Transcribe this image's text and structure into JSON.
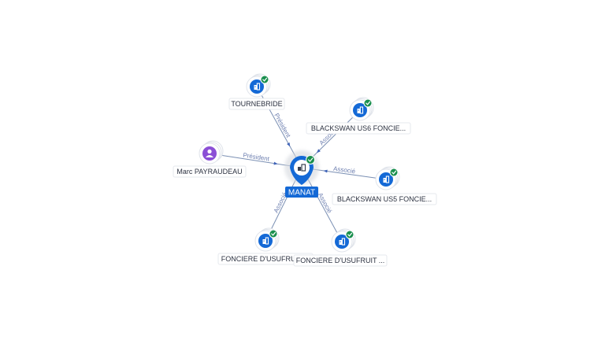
{
  "graph": {
    "center": {
      "label": "MANAT",
      "type": "company",
      "icon": "building-icon",
      "verified": true,
      "color": "#1469d6"
    },
    "nodes": [
      {
        "id": "tournebride",
        "label": "TOURNEBRIDE",
        "type": "company",
        "icon": "building-icon",
        "verified": true,
        "relation": "Président"
      },
      {
        "id": "blackswan-us6",
        "label": "BLACKSWAN US6 FONCIE...",
        "type": "company",
        "icon": "building-icon",
        "verified": true,
        "relation": "Associé"
      },
      {
        "id": "marc-payraudeau",
        "label": "Marc PAYRAUDEAU",
        "type": "person",
        "icon": "person-icon",
        "verified": false,
        "relation": "Président"
      },
      {
        "id": "blackswan-us5",
        "label": "BLACKSWAN US5 FONCIE...",
        "type": "company",
        "icon": "building-icon",
        "verified": true,
        "relation": "Associé"
      },
      {
        "id": "fonciere-usufruit-1",
        "label": "FONCIERE D'USUFRUIT ...",
        "type": "company",
        "icon": "building-icon",
        "verified": true,
        "relation": "Associé"
      },
      {
        "id": "fonciere-usufruit-2",
        "label": "FONCIERE D'USUFRUIT ...",
        "type": "company",
        "icon": "building-icon",
        "verified": true,
        "relation": "Associé"
      }
    ],
    "colors": {
      "company": "#1469d6",
      "person": "#8b4fd6",
      "verified": "#1a8f4e",
      "edge": "#7a8fb3",
      "edge_label": "#6d7fb0"
    }
  }
}
